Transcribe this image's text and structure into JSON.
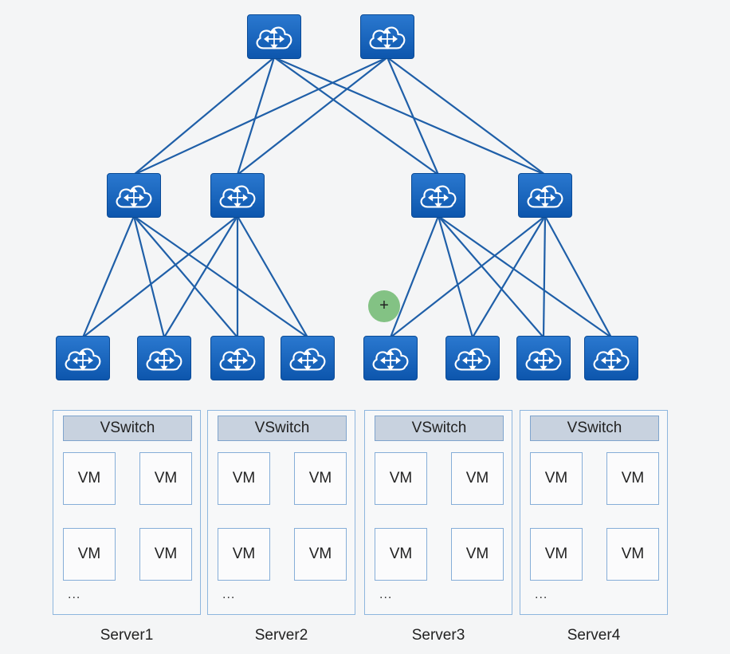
{
  "colors": {
    "device_fill": "#1a66bf",
    "link": "#1f5fa8",
    "server_border": "#8eb6de",
    "vswitch_fill": "#c8d2df",
    "vm_border": "#86aed8"
  },
  "device_icon": "cloud-router-icon",
  "topology": {
    "core_count": 2,
    "aggregation_count": 4,
    "access_count": 8
  },
  "servers": [
    {
      "vswitch": "VSwitch",
      "vms": [
        "VM",
        "VM",
        "VM",
        "VM"
      ],
      "ellipsis": "...",
      "label": "Server1"
    },
    {
      "vswitch": "VSwitch",
      "vms": [
        "VM",
        "VM",
        "VM",
        "VM"
      ],
      "ellipsis": "...",
      "label": "Server2"
    },
    {
      "vswitch": "VSwitch",
      "vms": [
        "VM",
        "VM",
        "VM",
        "VM"
      ],
      "ellipsis": "...",
      "label": "Server3"
    },
    {
      "vswitch": "VSwitch",
      "vms": [
        "VM",
        "VM",
        "VM",
        "VM"
      ],
      "ellipsis": "...",
      "label": "Server4"
    }
  ],
  "cursor_symbol": "+"
}
